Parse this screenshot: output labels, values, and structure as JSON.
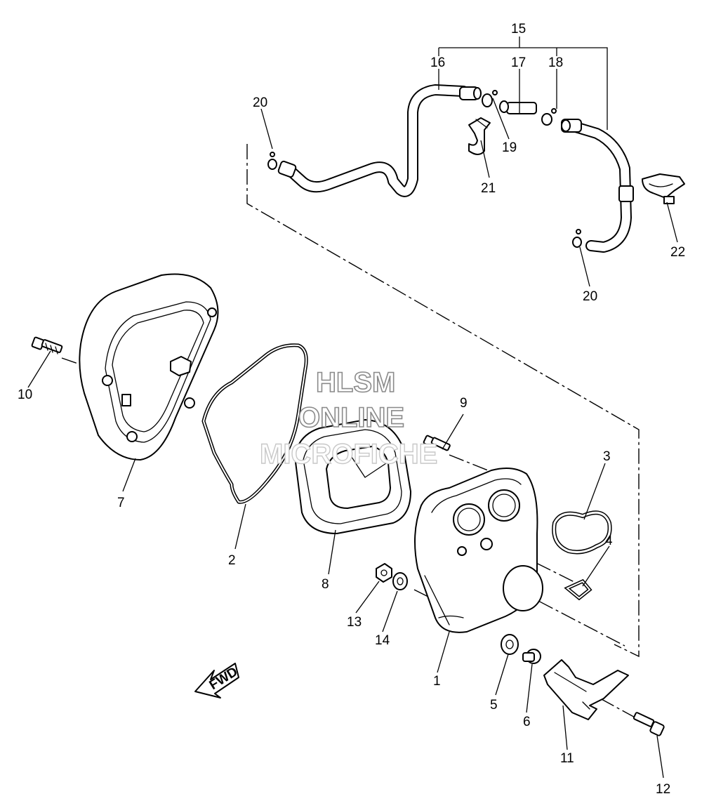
{
  "watermark": {
    "line1": "HLSM",
    "line2": "ONLINE",
    "line3": "MICROFICHE"
  },
  "direction_badge": "FWD",
  "callouts": [
    {
      "id": "1",
      "label": "1"
    },
    {
      "id": "2",
      "label": "2"
    },
    {
      "id": "3",
      "label": "3"
    },
    {
      "id": "4",
      "label": "4"
    },
    {
      "id": "5",
      "label": "5"
    },
    {
      "id": "6",
      "label": "6"
    },
    {
      "id": "7",
      "label": "7"
    },
    {
      "id": "8",
      "label": "8"
    },
    {
      "id": "9",
      "label": "9"
    },
    {
      "id": "10",
      "label": "10"
    },
    {
      "id": "11",
      "label": "11"
    },
    {
      "id": "12",
      "label": "12"
    },
    {
      "id": "13",
      "label": "13"
    },
    {
      "id": "14",
      "label": "14"
    },
    {
      "id": "15",
      "label": "15"
    },
    {
      "id": "16",
      "label": "16"
    },
    {
      "id": "17",
      "label": "17"
    },
    {
      "id": "18",
      "label": "18"
    },
    {
      "id": "19",
      "label": "19"
    },
    {
      "id": "20a",
      "label": "20"
    },
    {
      "id": "20b",
      "label": "20"
    },
    {
      "id": "21",
      "label": "21"
    },
    {
      "id": "22",
      "label": "22"
    }
  ]
}
